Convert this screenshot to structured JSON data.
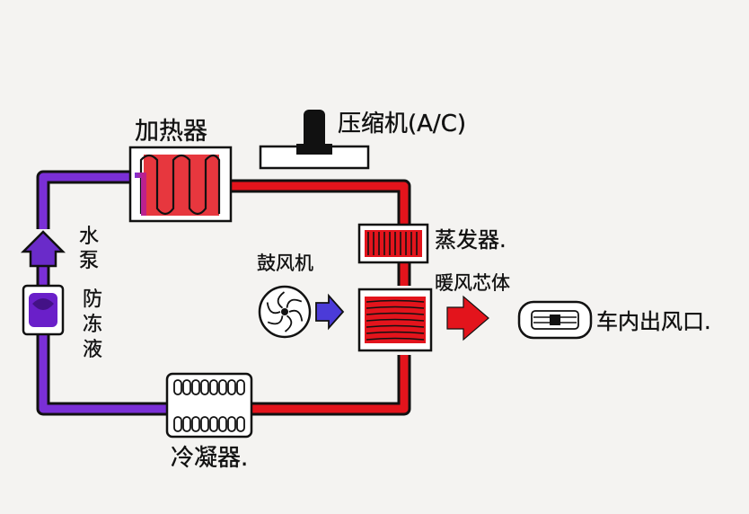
{
  "labels": {
    "heater": "加热器",
    "compressor": "压缩机(A/C)",
    "evaporator": "蒸发器.",
    "blower": "鼓风机",
    "heater_core": "暖风芯体",
    "water_pump_1": "水",
    "water_pump_2": "泵",
    "antifreeze_1": "防",
    "antifreeze_2": "冻",
    "antifreeze_3": "液",
    "condenser": "冷凝器.",
    "cabin_vent": "车内出风口."
  },
  "colors": {
    "hot": "#e3141c",
    "cold": "#7a2fd6",
    "ink": "#111111",
    "arrow_blue": "#4b3bd8"
  },
  "icons": {
    "blower_fan": "fan-icon",
    "airflow_arrow": "arrow-right-icon",
    "outlet_arrow": "arrow-right-icon",
    "pump_arrow": "arrow-up-icon"
  }
}
